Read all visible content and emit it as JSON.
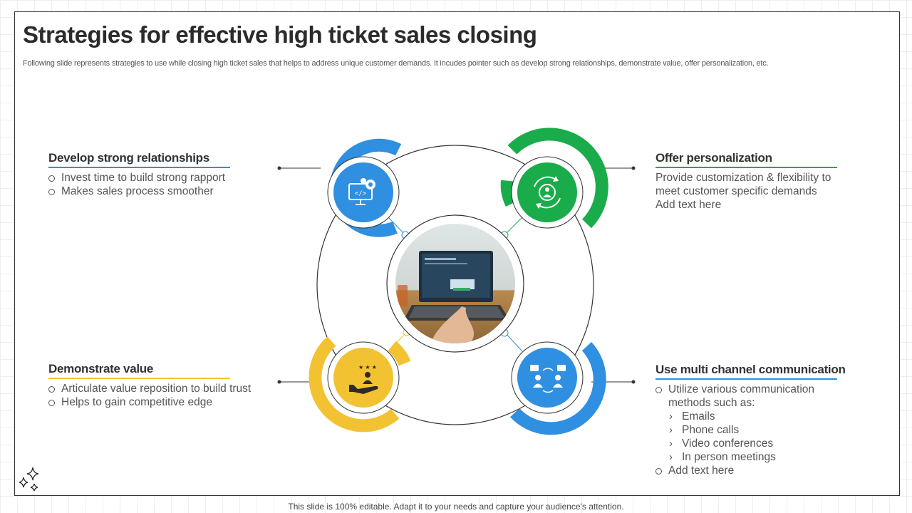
{
  "slide": {
    "title": "Strategies for effective high ticket sales closing",
    "subtitle": "Following slide represents strategies to use while closing high ticket sales that helps to address unique customer demands. It incudes pointer such as develop strong relationships, demonstrate value, offer personalization, etc.",
    "footer": "This slide is 100% editable. Adapt it to your needs and capture your audience's attention."
  },
  "colors": {
    "blue": "#2f8fe0",
    "green": "#1aac4a",
    "yellow": "#f3c233",
    "text": "#555555",
    "heading": "#333333"
  },
  "center_image": {
    "description_icon": "laptop-photo"
  },
  "blocks": {
    "top_left": {
      "heading": "Develop strong relationships",
      "icon": "gear-monitor-icon",
      "color": "#2f8fe0",
      "bullets": [
        "Invest  time to build strong rapport",
        "Makes sales process smoother"
      ]
    },
    "top_right": {
      "heading": "Offer personalization",
      "icon": "user-cycle-icon",
      "color": "#1aac4a",
      "lines": [
        "Provide customization  & flexibility to",
        "meet customer specific demands",
        "Add text here"
      ]
    },
    "bottom_left": {
      "heading": "Demonstrate value",
      "icon": "hand-person-stars-icon",
      "color": "#f3c233",
      "bullets": [
        "Articulate value reposition to build trust",
        "Helps to gain competitive edge"
      ]
    },
    "bottom_right": {
      "heading": "Use multi channel communication",
      "icon": "people-chat-icon",
      "color": "#2f8fe0",
      "bullet_1": "Utilize various communication",
      "bullet_1b": "methods such as:",
      "sub_items": [
        "Emails",
        "Phone calls",
        "Video conferences",
        "In person meetings"
      ],
      "bullet_2": "Add text here"
    }
  }
}
